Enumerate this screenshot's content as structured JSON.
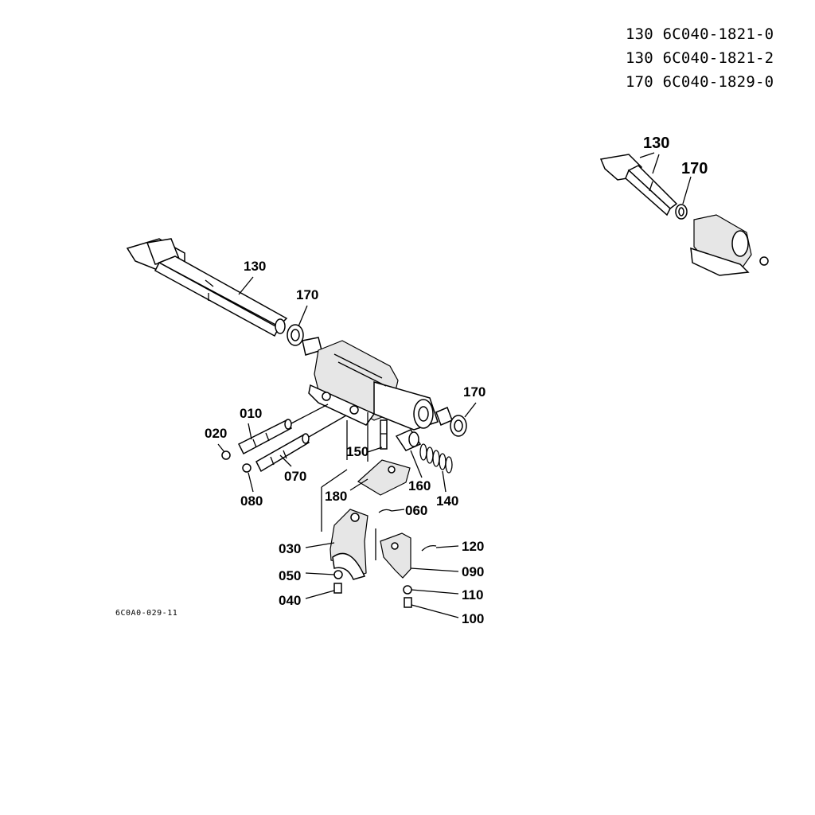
{
  "part_refs": [
    {
      "no": "130",
      "code": "6C040-1821-0"
    },
    {
      "no": "130",
      "code": "6C040-1821-2"
    },
    {
      "no": "170",
      "code": "6C040-1829-0"
    }
  ],
  "callouts": {
    "c130_main": "130",
    "c170_a": "170",
    "c170_b": "170",
    "c010": "010",
    "c020": "020",
    "c070": "070",
    "c080": "080",
    "c150": "150",
    "c160": "160",
    "c140": "140",
    "c180": "180",
    "c060": "060",
    "c030": "030",
    "c050": "050",
    "c040": "040",
    "c120": "120",
    "c090": "090",
    "c110": "110",
    "c100": "100",
    "c130_inset": "130",
    "c170_inset": "170"
  },
  "drawing_code": "6C0A0-029-11"
}
